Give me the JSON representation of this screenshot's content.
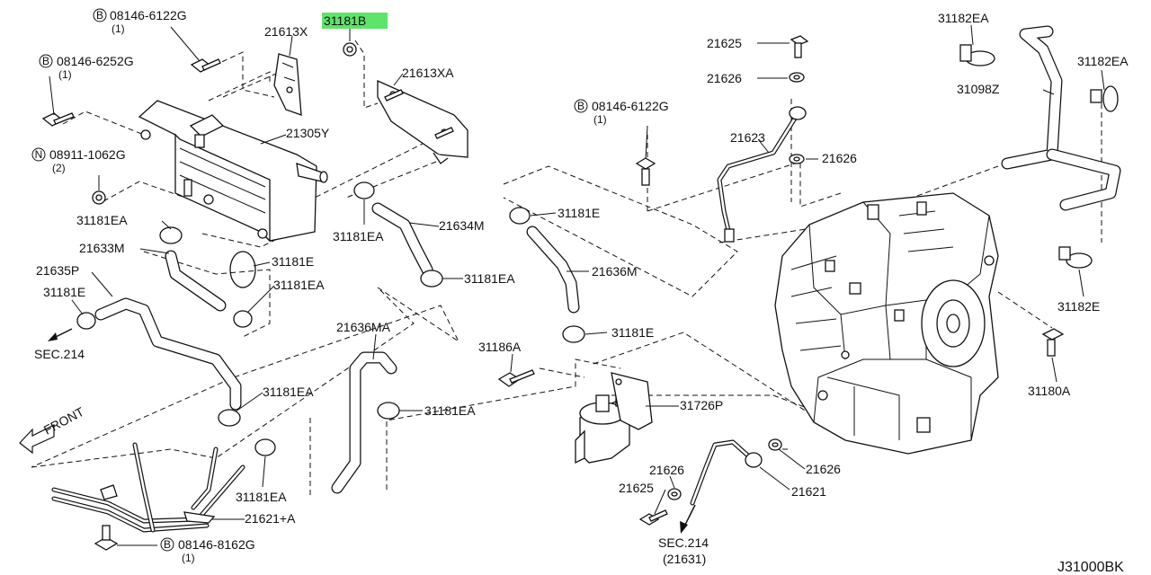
{
  "diagram_id": "J31000BK",
  "callouts": [
    {
      "key": "b1",
      "letter": "B",
      "num": "08146-6122G",
      "qty": "(1)"
    },
    {
      "key": "b2",
      "letter": "B",
      "num": "08146-6252G",
      "qty": "(1)"
    },
    {
      "key": "n1",
      "letter": "N",
      "num": "08911-1062G",
      "qty": "(2)"
    },
    {
      "key": "b3",
      "letter": "B",
      "num": "08146-6122G",
      "qty": "(1)"
    },
    {
      "key": "b4",
      "letter": "B",
      "num": "08146-8162G",
      "qty": "(1)"
    }
  ],
  "labels": {
    "p31181B": "31181B",
    "p21613X": "21613X",
    "p21613XA": "21613XA",
    "p21305Y": "21305Y",
    "p31181EA_a": "31181EA",
    "p21633M": "21633M",
    "p21635P": "21635P",
    "p31181E_a": "31181E",
    "sec214_a": "SEC.214",
    "p31181E_b": "31181E",
    "p31181EA_b": "31181EA",
    "p31181EA_c": "31181EA",
    "p21634M": "21634M",
    "p31181EA_d": "31181EA",
    "p31181E_c": "31181E",
    "p21636M": "21636M",
    "p31181E_d": "31181E",
    "p31186A": "31186A",
    "p31726P": "31726P",
    "p21636MA": "21636MA",
    "p31181EA_e": "31181EA",
    "p31181EA_f": "31181EA",
    "p31181EA_g": "31181EA",
    "p21621A": "21621+A",
    "front": "FRONT",
    "p21625_a": "21625",
    "p21626_a": "21626",
    "p21623": "21623",
    "p21626_b": "21626",
    "p31182EA_a": "31182EA",
    "p31182EA_b": "31182EA",
    "p31098Z": "31098Z",
    "p31182E": "31182E",
    "p31180A": "31180A",
    "p21626_c": "21626",
    "p21625_b": "21625",
    "p21626_d": "21626",
    "p21621": "21621",
    "sec214_b": "SEC.214",
    "sec214_b_sub": "(21631)"
  },
  "highlighted_part": "31181B",
  "colors": {
    "highlight": "#5fe36a",
    "ink": "#111111",
    "paper": "#ffffff"
  }
}
